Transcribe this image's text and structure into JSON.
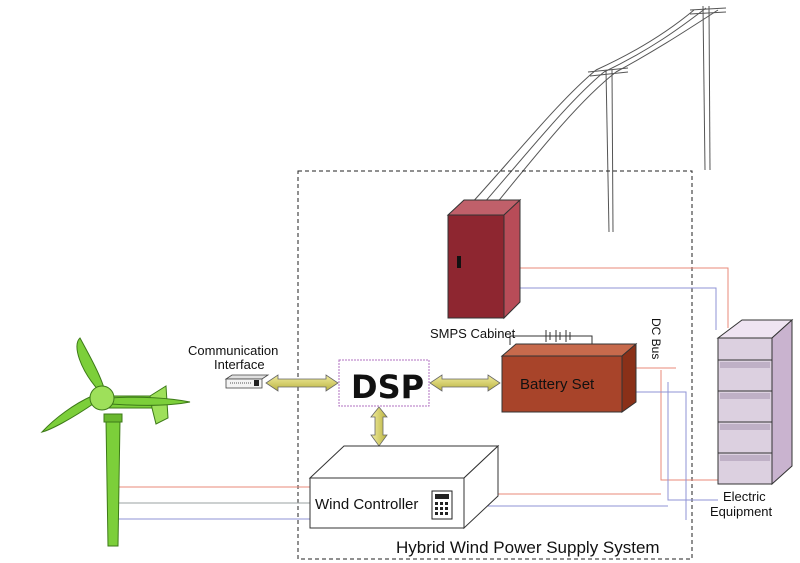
{
  "diagram": {
    "system_label": "Hybrid Wind Power Supply System",
    "dsp_label": "DSP",
    "battery_label": "Battery Set",
    "smps_label": "SMPS Cabinet",
    "dc_bus_label": "DC Bus",
    "communication_label_line1": "Communication",
    "communication_label_line2": "Interface",
    "wind_controller_label": "Wind Controller",
    "electric_label_line1": "Electric",
    "electric_label_line2": "Equipment"
  },
  "colors": {
    "turbine_green": "#7ccf3a",
    "turbine_green_dark": "#4f9a1f",
    "smps_red": "#8e2630",
    "battery_brown": "#a8442a",
    "electric_purple": "#d8c6dc",
    "arrow_yellow": "#dcd46a",
    "wire_red": "#e88a7a",
    "wire_blue": "#8f93d6",
    "dsp_border": "#b070c0"
  }
}
